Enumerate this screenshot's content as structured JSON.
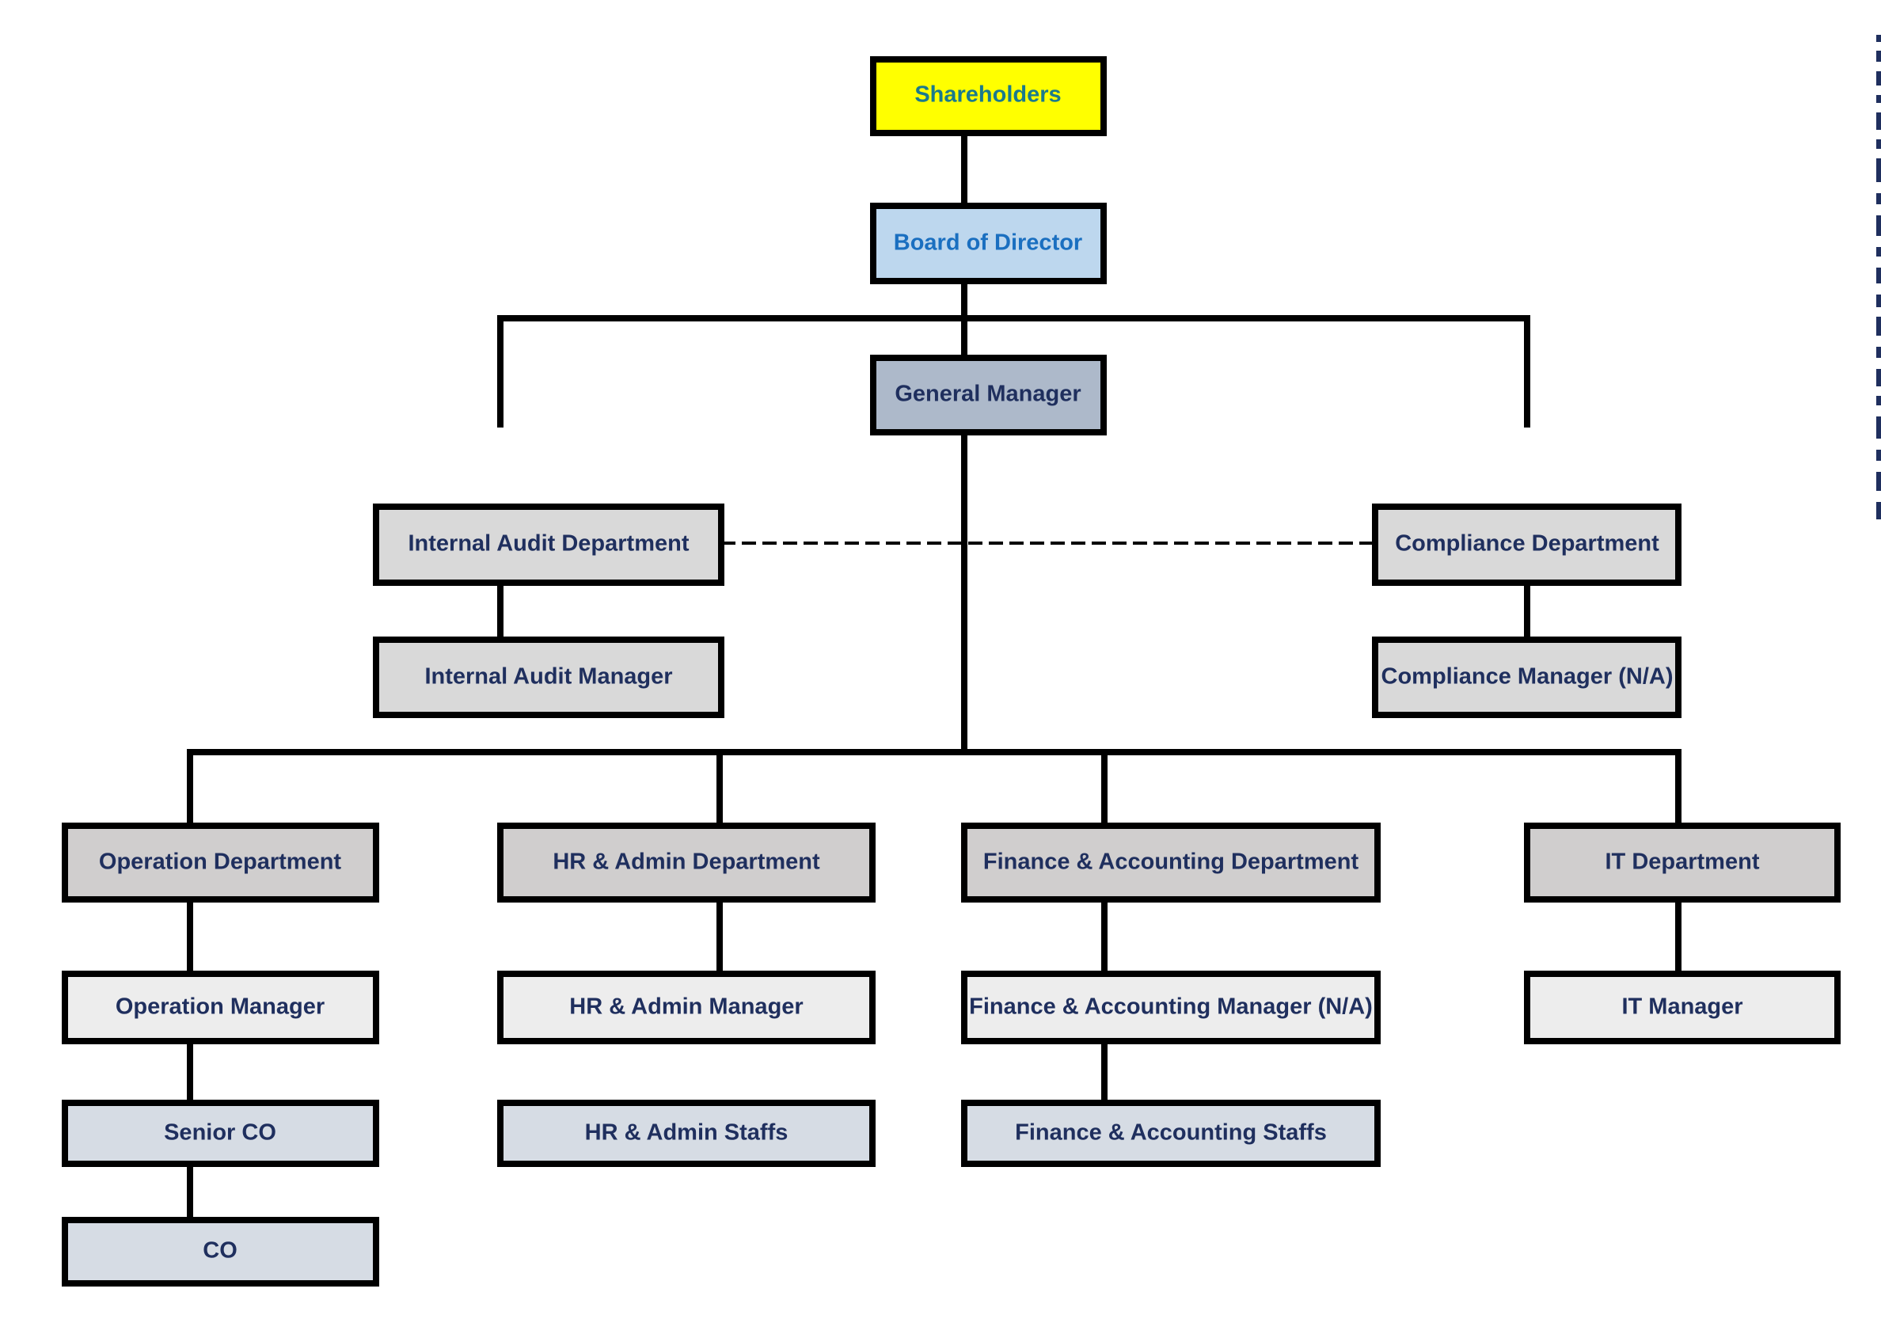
{
  "nodes": {
    "shareholders": {
      "label": "Shareholders",
      "fill": "#ffff00"
    },
    "board": {
      "label": "Board of Director",
      "fill": "#bdd7ee"
    },
    "general_manager": {
      "label": "General Manager",
      "fill": "#adb9ca"
    },
    "internal_audit_dept": {
      "label": "Internal Audit Department",
      "fill": "#d9d9d9"
    },
    "internal_audit_manager": {
      "label": "Internal Audit Manager",
      "fill": "#d9d9d9"
    },
    "compliance_dept": {
      "label": "Compliance Department",
      "fill": "#d9d9d9"
    },
    "compliance_manager": {
      "label": "Compliance Manager (N/A)",
      "fill": "#d9d9d9"
    },
    "operation_dept": {
      "label": "Operation Department",
      "fill": "#d0cece"
    },
    "hr_admin_dept": {
      "label": "HR & Admin Department",
      "fill": "#d0cece"
    },
    "finance_dept": {
      "label": "Finance & Accounting Department",
      "fill": "#d0cece"
    },
    "it_dept": {
      "label": "IT Department",
      "fill": "#d0cece"
    },
    "operation_manager": {
      "label": "Operation Manager",
      "fill": "#ededed"
    },
    "hr_admin_manager": {
      "label": "HR & Admin Manager",
      "fill": "#ededed"
    },
    "finance_manager": {
      "label": "Finance & Accounting Manager (N/A)",
      "fill": "#ededed"
    },
    "it_manager": {
      "label": "IT Manager",
      "fill": "#ededed"
    },
    "senior_co": {
      "label": "Senior CO",
      "fill": "#d6dce4"
    },
    "hr_admin_staffs": {
      "label": "HR & Admin Staffs",
      "fill": "#d6dce4"
    },
    "finance_staffs": {
      "label": "Finance & Accounting Staffs",
      "fill": "#d6dce4"
    },
    "co": {
      "label": "CO",
      "fill": "#d6dce4"
    }
  },
  "colors": {
    "lines": "#000000",
    "text": "#1f2f5e",
    "shareholders_text": "#1a7a8c",
    "board_text": "#1a6fc0"
  }
}
